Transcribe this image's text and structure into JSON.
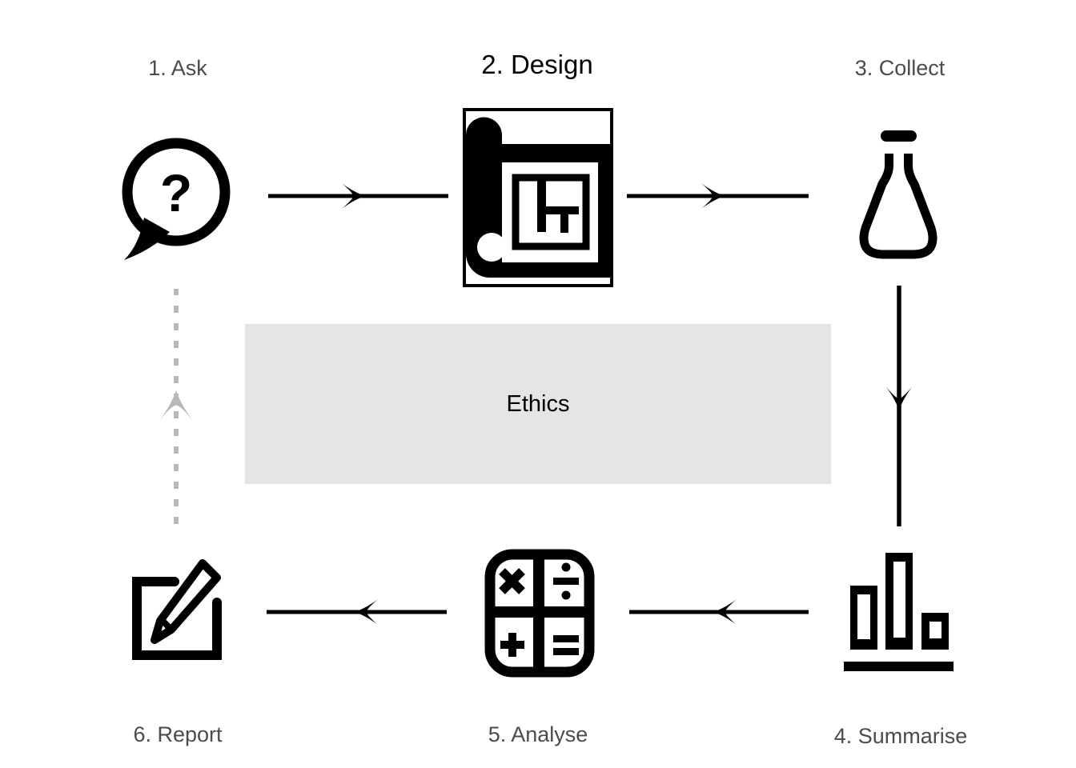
{
  "diagram": {
    "steps": [
      {
        "id": "ask",
        "label": "1. Ask",
        "icon": "question-bubble-icon",
        "highlighted": false
      },
      {
        "id": "design",
        "label": "2. Design",
        "icon": "blueprint-icon",
        "highlighted": true
      },
      {
        "id": "collect",
        "label": "3. Collect",
        "icon": "flask-icon",
        "highlighted": false
      },
      {
        "id": "summarise",
        "label": "4. Summarise",
        "icon": "bar-chart-icon",
        "highlighted": false
      },
      {
        "id": "analyse",
        "label": "5. Analyse",
        "icon": "calculator-icon",
        "highlighted": false
      },
      {
        "id": "report",
        "label": "6. Report",
        "icon": "edit-note-icon",
        "highlighted": false
      }
    ],
    "ethics": {
      "label": "Ethics"
    },
    "icon_glyphs": {
      "question_mark": "?",
      "multiply": "×",
      "divide": "÷",
      "plus": "+",
      "equals": "="
    },
    "arrows": [
      {
        "from": "ask",
        "to": "design",
        "style": "solid"
      },
      {
        "from": "design",
        "to": "collect",
        "style": "solid"
      },
      {
        "from": "collect",
        "to": "summarise",
        "style": "solid"
      },
      {
        "from": "summarise",
        "to": "analyse",
        "style": "solid"
      },
      {
        "from": "analyse",
        "to": "report",
        "style": "solid"
      },
      {
        "from": "report",
        "to": "ask",
        "style": "dashed"
      }
    ],
    "colors": {
      "background": "#ffffff",
      "label_gray": "#4b4b4e",
      "highlight_label": "#000000",
      "ethics_bg": "#e5e5e5",
      "arrow": "#000000",
      "dashed_arrow": "#b9b9b9"
    }
  }
}
